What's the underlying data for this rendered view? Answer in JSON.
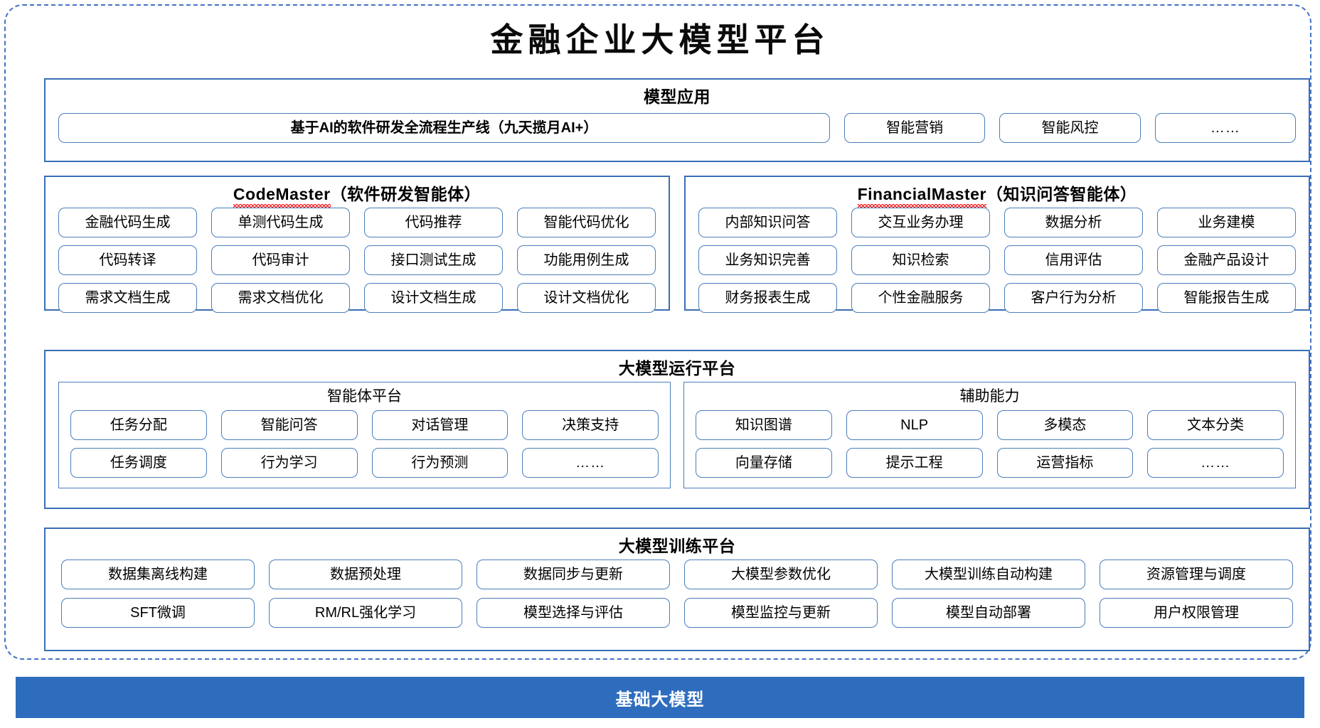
{
  "page": {
    "title": "金融企业大模型平台",
    "base_bar_label": "基础大模型",
    "accent_border": "#3A6EB5",
    "chip_border": "#4A7EBB",
    "dashed_frame": "#4472C4",
    "base_bar_color": "#2E6DBE",
    "spellcheck_color": "#FF0000"
  },
  "model_application": {
    "title": "模型应用",
    "banner": "基于AI的软件研发全流程生产线（九天揽月AI+）",
    "items": [
      "智能营销",
      "智能风控",
      "……"
    ]
  },
  "code_master": {
    "title_name": "CodeMaster",
    "title_suffix": "（软件研发智能体）",
    "rows": [
      [
        "金融代码生成",
        "单测代码生成",
        "代码推荐",
        "智能代码优化"
      ],
      [
        "代码转译",
        "代码审计",
        "接口测试生成",
        "功能用例生成"
      ],
      [
        "需求文档生成",
        "需求文档优化",
        "设计文档生成",
        "设计文档优化"
      ]
    ]
  },
  "financial_master": {
    "title_name": "FinancialMaster",
    "title_suffix": "（知识问答智能体）",
    "rows": [
      [
        "内部知识问答",
        "交互业务办理",
        "数据分析",
        "业务建模"
      ],
      [
        "业务知识完善",
        "知识检索",
        "信用评估",
        "金融产品设计"
      ],
      [
        "财务报表生成",
        "个性金融服务",
        "客户行为分析",
        "智能报告生成"
      ]
    ]
  },
  "runtime_platform": {
    "title": "大模型运行平台",
    "agent_platform": {
      "title": "智能体平台",
      "rows": [
        [
          "任务分配",
          "智能问答",
          "对话管理",
          "决策支持"
        ],
        [
          "任务调度",
          "行为学习",
          "行为预测",
          "……"
        ]
      ]
    },
    "support_capability": {
      "title": "辅助能力",
      "rows": [
        [
          "知识图谱",
          "NLP",
          "多模态",
          "文本分类"
        ],
        [
          "向量存储",
          "提示工程",
          "运营指标",
          "……"
        ]
      ]
    }
  },
  "training_platform": {
    "title": "大模型训练平台",
    "rows": [
      [
        "数据集离线构建",
        "数据预处理",
        "数据同步与更新",
        "大模型参数优化",
        "大模型训练自动构建",
        "资源管理与调度"
      ],
      [
        "SFT微调",
        "RM/RL强化学习",
        "模型选择与评估",
        "模型监控与更新",
        "模型自动部署",
        "用户权限管理"
      ]
    ]
  }
}
